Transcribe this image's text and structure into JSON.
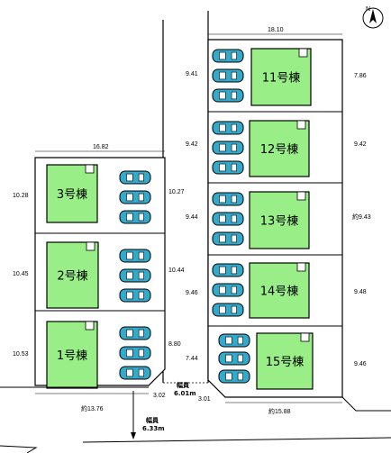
{
  "colors": {
    "house_fill": "#99ee88",
    "car_body": "#33aacc",
    "car_glass": "#ffffff",
    "line": "#000000"
  },
  "compass": {
    "label": "N"
  },
  "left_block": {
    "top_width": "16.82",
    "bottom_width": "約13.76",
    "left_depths": [
      "10.28",
      "10.45",
      "10.53"
    ],
    "right_depths": [
      "10.27",
      "10.44",
      "8.80"
    ]
  },
  "right_block": {
    "top_width": "18.10",
    "bottom_width": "約15.88",
    "left_depths": [
      "9.41",
      "9.42",
      "9.44",
      "9.46",
      "7.44"
    ],
    "right_depths": [
      "7.86",
      "9.42",
      "約9.43",
      "9.48",
      "9.46"
    ]
  },
  "lots": [
    {
      "house": "1号棟"
    },
    {
      "house": "2号棟"
    },
    {
      "house": "3号棟"
    },
    {
      "house": "11号棟"
    },
    {
      "house": "12号棟"
    },
    {
      "house": "13号棟"
    },
    {
      "house": "14号棟"
    },
    {
      "house": "15号棟"
    }
  ],
  "corner_cuts": {
    "left": "3.02",
    "right": "3.01"
  },
  "roads": [
    {
      "label": "幅員",
      "value": "6.01m"
    },
    {
      "label": "幅員",
      "value": "6.33m"
    }
  ]
}
